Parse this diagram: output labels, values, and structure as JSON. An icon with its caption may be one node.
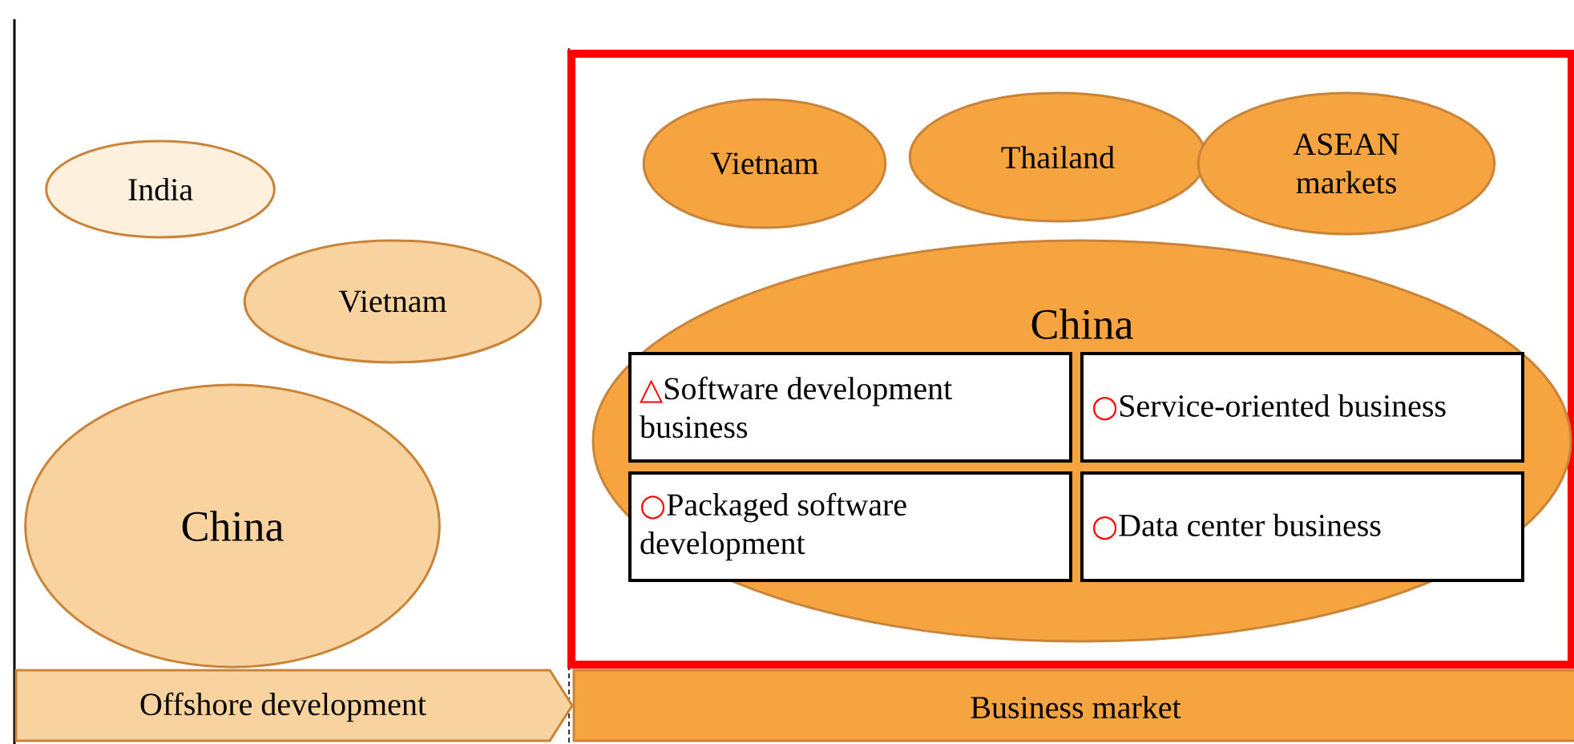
{
  "diagram": {
    "nodes": [
      {
        "text": [
          "India"
        ]
      },
      {
        "text": [
          "Vietnam"
        ]
      },
      {
        "text": [
          "China"
        ]
      },
      {
        "text": [],
        "shape": "box"
      },
      {
        "text": [
          "Vietnam"
        ],
        "in": 3
      },
      {
        "text": [
          "Thailand"
        ],
        "in": 3
      },
      {
        "text": [
          "ASEAN markets"
        ],
        "in": 3
      },
      {
        "text": [
          "China"
        ],
        "in": 3
      },
      {
        "text": [
          "△",
          "Software development business"
        ],
        "in": 7
      },
      {
        "text": [
          "○",
          "Service-oriented business"
        ],
        "in": 7
      },
      {
        "text": [
          "○",
          "Packaged software development"
        ],
        "in": 7
      },
      {
        "text": [
          "○",
          "Data center business"
        ],
        "in": 7
      },
      {
        "text": [
          "Offshore development"
        ]
      },
      {
        "text": [
          "Business market"
        ]
      }
    ],
    "edges": []
  }
}
